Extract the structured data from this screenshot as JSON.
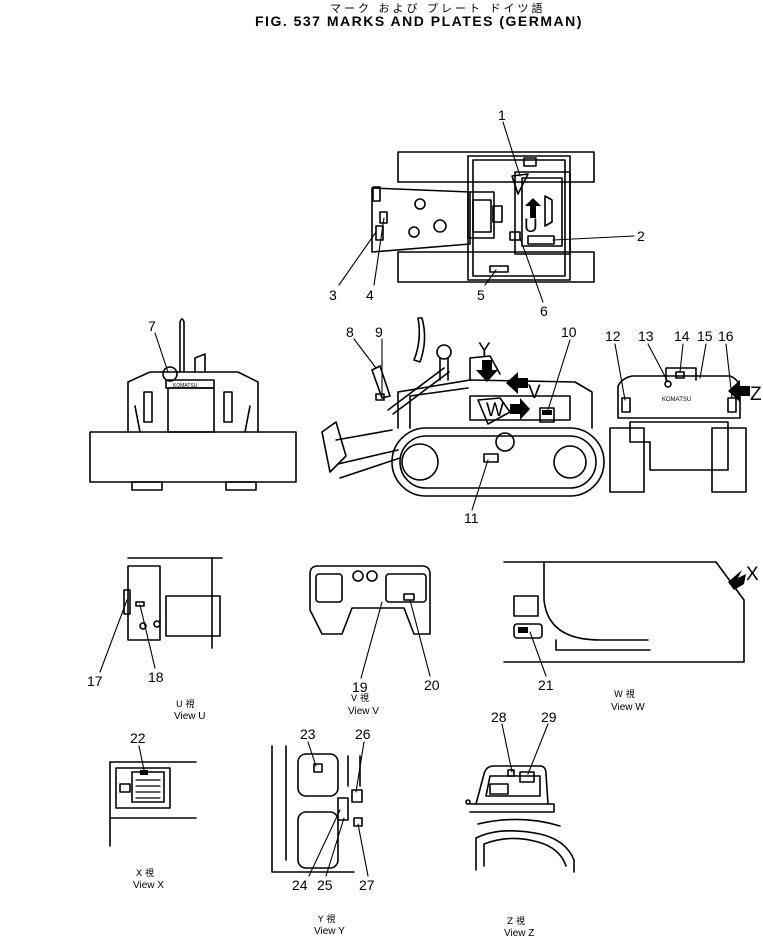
{
  "header": {
    "japanese_title": "マーク および プレート ドイツ語",
    "title": "FIG. 537  MARKS AND PLATES (GERMAN)"
  },
  "callouts": [
    "1",
    "2",
    "3",
    "4",
    "5",
    "6",
    "7",
    "8",
    "9",
    "10",
    "11",
    "12",
    "13",
    "14",
    "15",
    "16",
    "17",
    "18",
    "19",
    "20",
    "21",
    "22",
    "23",
    "24",
    "25",
    "26",
    "27",
    "28",
    "29"
  ],
  "view_markers": {
    "U": "U",
    "V": "V",
    "W": "W",
    "X": "X",
    "Y": "Y",
    "Z": "Z"
  },
  "view_labels": {
    "u": {
      "jp": "U  視",
      "en": "View  U"
    },
    "v": {
      "jp": "V  視",
      "en": "View  V"
    },
    "w": {
      "jp": "W  視",
      "en": "View  W"
    },
    "x": {
      "jp": "X  視",
      "en": "View  X"
    },
    "y": {
      "jp": "Y  視",
      "en": "View  Y"
    },
    "z": {
      "jp": "Z  視",
      "en": "View  Z"
    }
  },
  "plate_text": {
    "komatsu": "KOMATSU"
  },
  "colors": {
    "line": "#000000",
    "background": "#ffffff"
  }
}
